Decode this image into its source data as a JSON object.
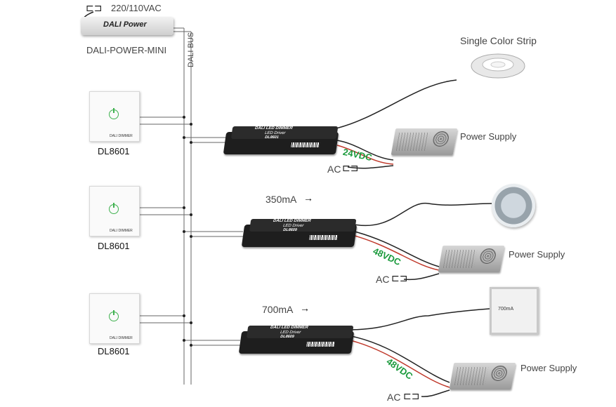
{
  "power": {
    "voltage": "220/110VAC",
    "device_label": "DALI Power",
    "device_name": "DALI-POWER-MINI",
    "bus_label": "DALI BUS"
  },
  "switches": [
    {
      "name": "DL8601",
      "face_text": "DALI DIMMER"
    },
    {
      "name": "DL8601",
      "face_text": "DALI DIMMER"
    },
    {
      "name": "DL8601",
      "face_text": "DALI DIMMER"
    }
  ],
  "drivers": [
    {
      "title": "DALI LED DIMMER",
      "line2": "LED Driver",
      "model": "DL8601"
    },
    {
      "title": "DALI LED DIMMER",
      "line2": "LED Driver",
      "model": "DL8609"
    },
    {
      "title": "DALI LED DIMMER",
      "line2": "LED Driver",
      "model": "DL8609"
    }
  ],
  "loads": {
    "strip_label": "Single Color Strip",
    "current_1": "350mA",
    "current_2": "700mA",
    "panel_text": "700mA"
  },
  "power_supplies": [
    {
      "label": "Power Supply",
      "voltage": "24VDC",
      "ac": "AC"
    },
    {
      "label": "Power Supply",
      "voltage": "48VDC",
      "ac": "AC"
    },
    {
      "label": "Power Supply",
      "voltage": "48VDC",
      "ac": "AC"
    }
  ],
  "arrow": "→"
}
